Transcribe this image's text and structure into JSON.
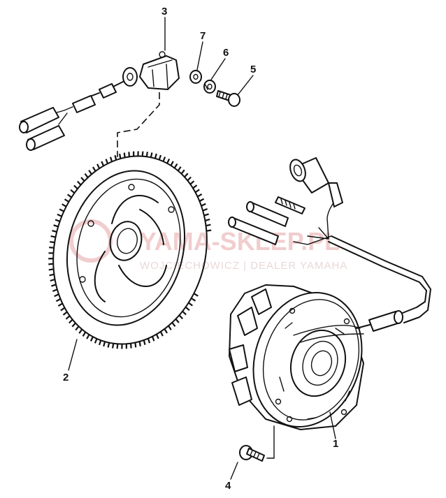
{
  "watermark": {
    "main": "YAMA-SKLEP.PL",
    "sub": "WOJCIECHOWICZ | DEALER YAMAHA"
  },
  "parts": [
    {
      "ref": "1",
      "name": "stator-assembly"
    },
    {
      "ref": "2",
      "name": "flywheel-rotor"
    },
    {
      "ref": "3",
      "name": "pulser-coil"
    },
    {
      "ref": "4",
      "name": "stator-screw"
    },
    {
      "ref": "5",
      "name": "pulser-screw"
    },
    {
      "ref": "6",
      "name": "lock-washer"
    },
    {
      "ref": "7",
      "name": "plain-washer"
    }
  ],
  "colors": {
    "line": "#111111",
    "watermark": "#f1cdcd"
  }
}
